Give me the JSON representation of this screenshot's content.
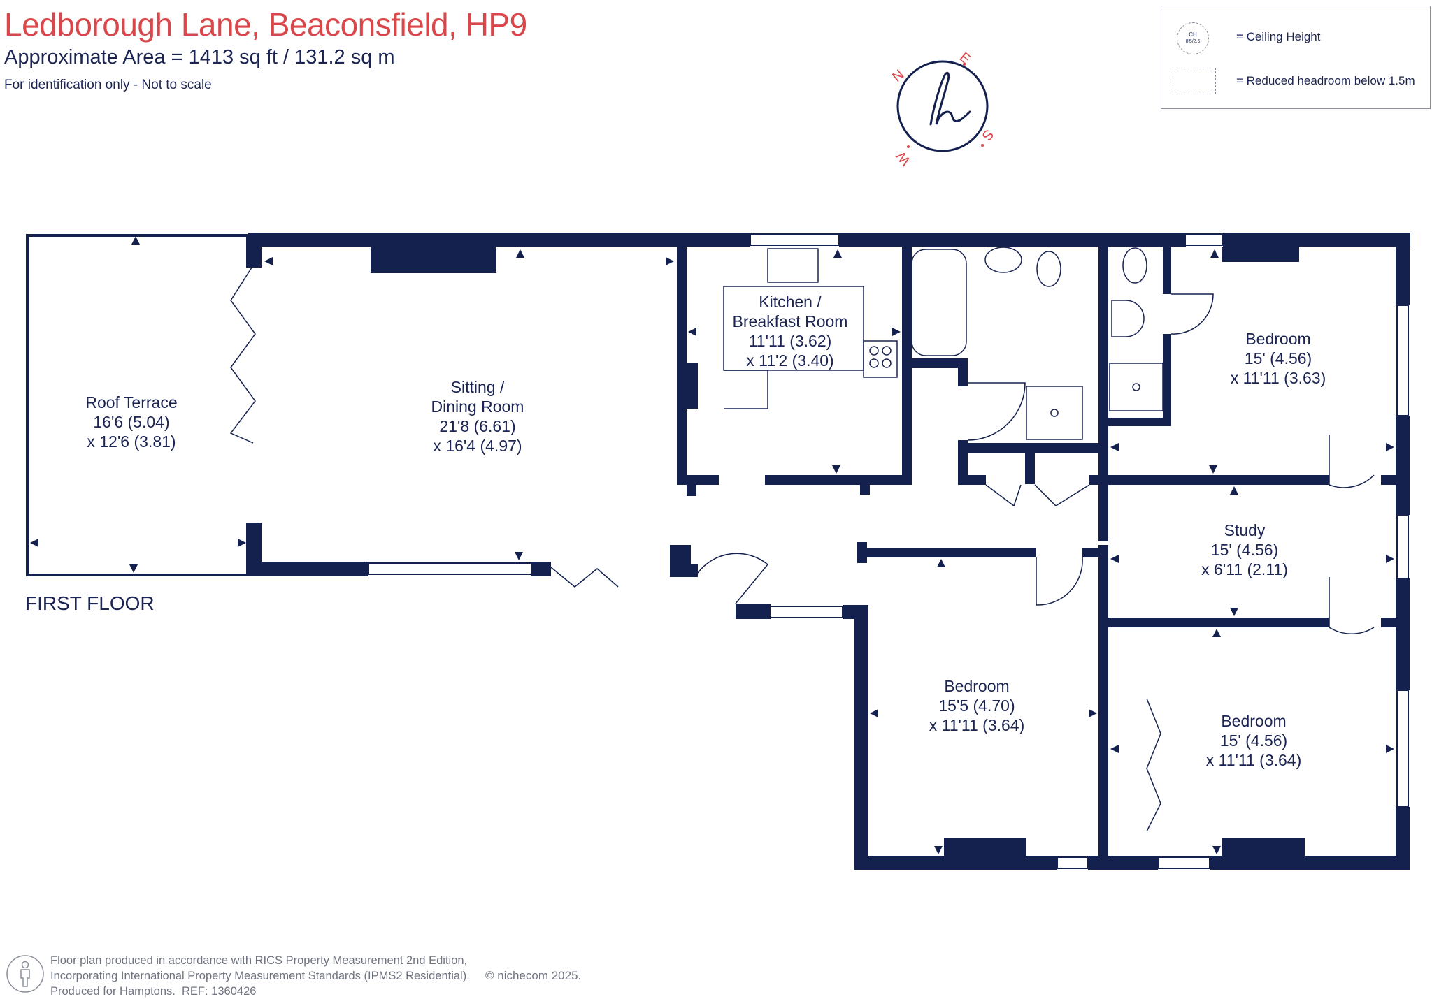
{
  "header": {
    "title": "Ledborough Lane, Beaconsfield, HP9",
    "area": "Approximate Area = 1413 sq ft / 131.2 sq m",
    "identification": "For identification only - Not to scale"
  },
  "legend": {
    "ceiling_label": "= Ceiling Height",
    "ceiling_symbol_line1": "CH",
    "ceiling_symbol_line2": "8'5/2.6",
    "reduced_headroom_label": "= Reduced headroom below 1.5m"
  },
  "compass": {
    "n": "N",
    "e": "E",
    "s": "S",
    "w": "W",
    "logo_letter": "h"
  },
  "floor_label": "FIRST FLOOR",
  "rooms": [
    {
      "name_line1": "Roof Terrace",
      "name_line2": "",
      "dim1": "16'6 (5.04)",
      "dim2": "x 12'6 (3.81)"
    },
    {
      "name_line1": "Sitting /",
      "name_line2": "Dining Room",
      "dim1": "21'8 (6.61)",
      "dim2": "x 16'4 (4.97)"
    },
    {
      "name_line1": "Kitchen  /",
      "name_line2": "Breakfast Room",
      "dim1": "11'11 (3.62)",
      "dim2": "x 11'2 (3.40)"
    },
    {
      "name_line1": "Bedroom",
      "name_line2": "",
      "dim1": "15' (4.56)",
      "dim2": "x 11'11 (3.63)"
    },
    {
      "name_line1": "Study",
      "name_line2": "",
      "dim1": "15' (4.56)",
      "dim2": "x 6'11 (2.11)"
    },
    {
      "name_line1": "Bedroom",
      "name_line2": "",
      "dim1": "15'5 (4.70)",
      "dim2": "x 11'11 (3.64)"
    },
    {
      "name_line1": "Bedroom",
      "name_line2": "",
      "dim1": "15' (4.56)",
      "dim2": "x 11'11 (3.64)"
    }
  ],
  "footer": {
    "line1": "Floor plan produced in accordance with RICS Property Measurement 2nd Edition,",
    "line2": "Incorporating International Property Measurement Standards (IPMS2 Residential).",
    "line3_prefix": "Produced for Hamptons.",
    "line3_ref": "REF:  1360426",
    "brand": "© nichecom 2025."
  },
  "colors": {
    "wall": "#14214f",
    "title": "#d9474b",
    "text": "#1b2452",
    "muted": "#6f7380",
    "fixture": "#1b2452"
  }
}
